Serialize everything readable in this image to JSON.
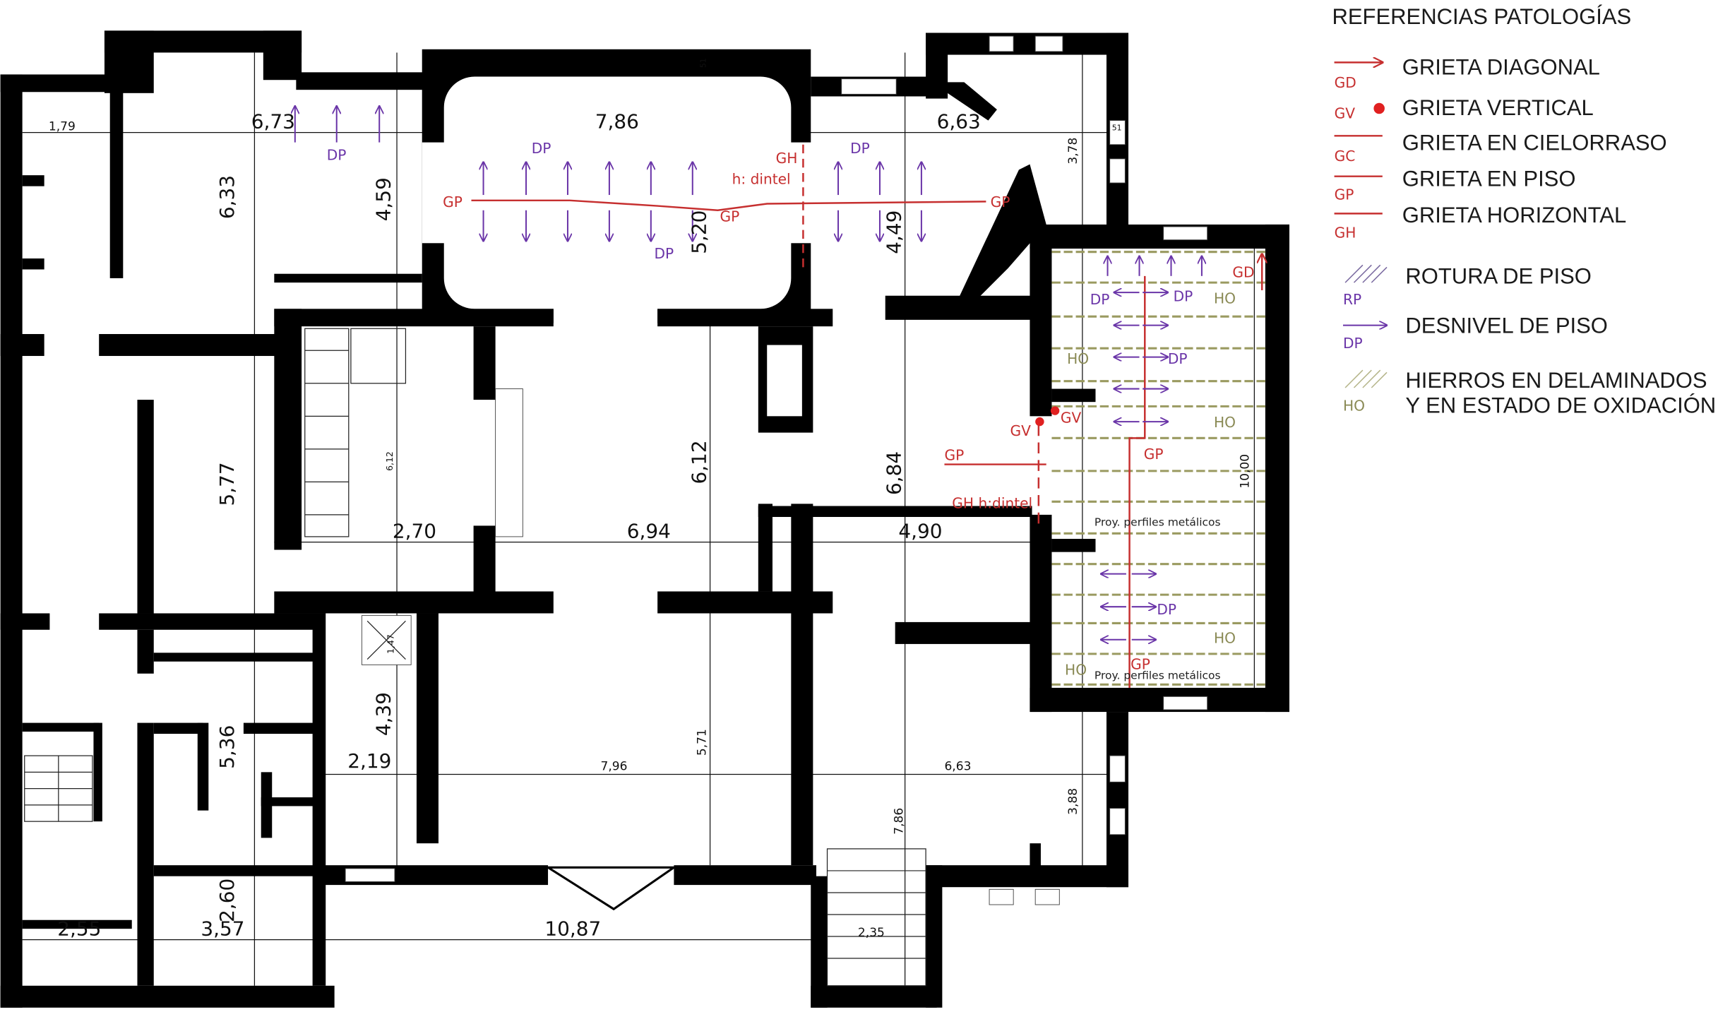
{
  "legend": {
    "title": "REFERENCIAS PATOLOGÍAS",
    "items": [
      {
        "code": "GD",
        "label": "GRIETA DIAGONAL",
        "color": "#c62f2f"
      },
      {
        "code": "GV",
        "label": "GRIETA VERTICAL",
        "color": "#c62f2f"
      },
      {
        "code": "GC",
        "label": "GRIETA EN CIELORRASO",
        "color": "#c62f2f"
      },
      {
        "code": "GP",
        "label": "GRIETA EN PISO",
        "color": "#c62f2f"
      },
      {
        "code": "GH",
        "label": "GRIETA HORIZONTAL",
        "color": "#c62f2f"
      },
      {
        "code": "RP",
        "label": "ROTURA DE PISO",
        "color": "#6a35a8"
      },
      {
        "code": "DP",
        "label": "DESNIVEL DE PISO",
        "color": "#6a35a8"
      },
      {
        "code": "HO",
        "label": "HIERROS EN DELAMINADOS",
        "label2": "Y EN ESTADO DE OXIDACIÓN",
        "color": "#8a8a55"
      }
    ]
  },
  "dimensions": [
    "1,79",
    "6,73",
    "7,86",
    "6,63",
    "6,33",
    "4,59",
    "5,20",
    "4,49",
    "3,78",
    "51",
    "51",
    "5,77",
    "6,12",
    "6,12",
    "6,84",
    "2,70",
    "6,94",
    "4,90",
    "1,47",
    "4,39",
    "5,36",
    "2,19",
    "7,96",
    "5,71",
    "6,63",
    "3,88",
    "7,86",
    "2,60",
    "2,55",
    "3,57",
    "10,87",
    "2,35",
    "10,00"
  ],
  "pathology_labels": {
    "red": [
      "GH",
      "h: dintel",
      "GP",
      "GP",
      "GP",
      "GD",
      "GV",
      "GV",
      "GP",
      "GP",
      "GH h:dintel",
      "GP"
    ],
    "purple": [
      "DP",
      "DP",
      "DP",
      "DP",
      "DP",
      "DP",
      "DP",
      "DP"
    ],
    "olive": [
      "HO",
      "HO",
      "HO",
      "HO",
      "HO"
    ]
  },
  "notes": [
    "Proy. perfiles metálicos",
    "Proy. perfiles metálicos"
  ]
}
